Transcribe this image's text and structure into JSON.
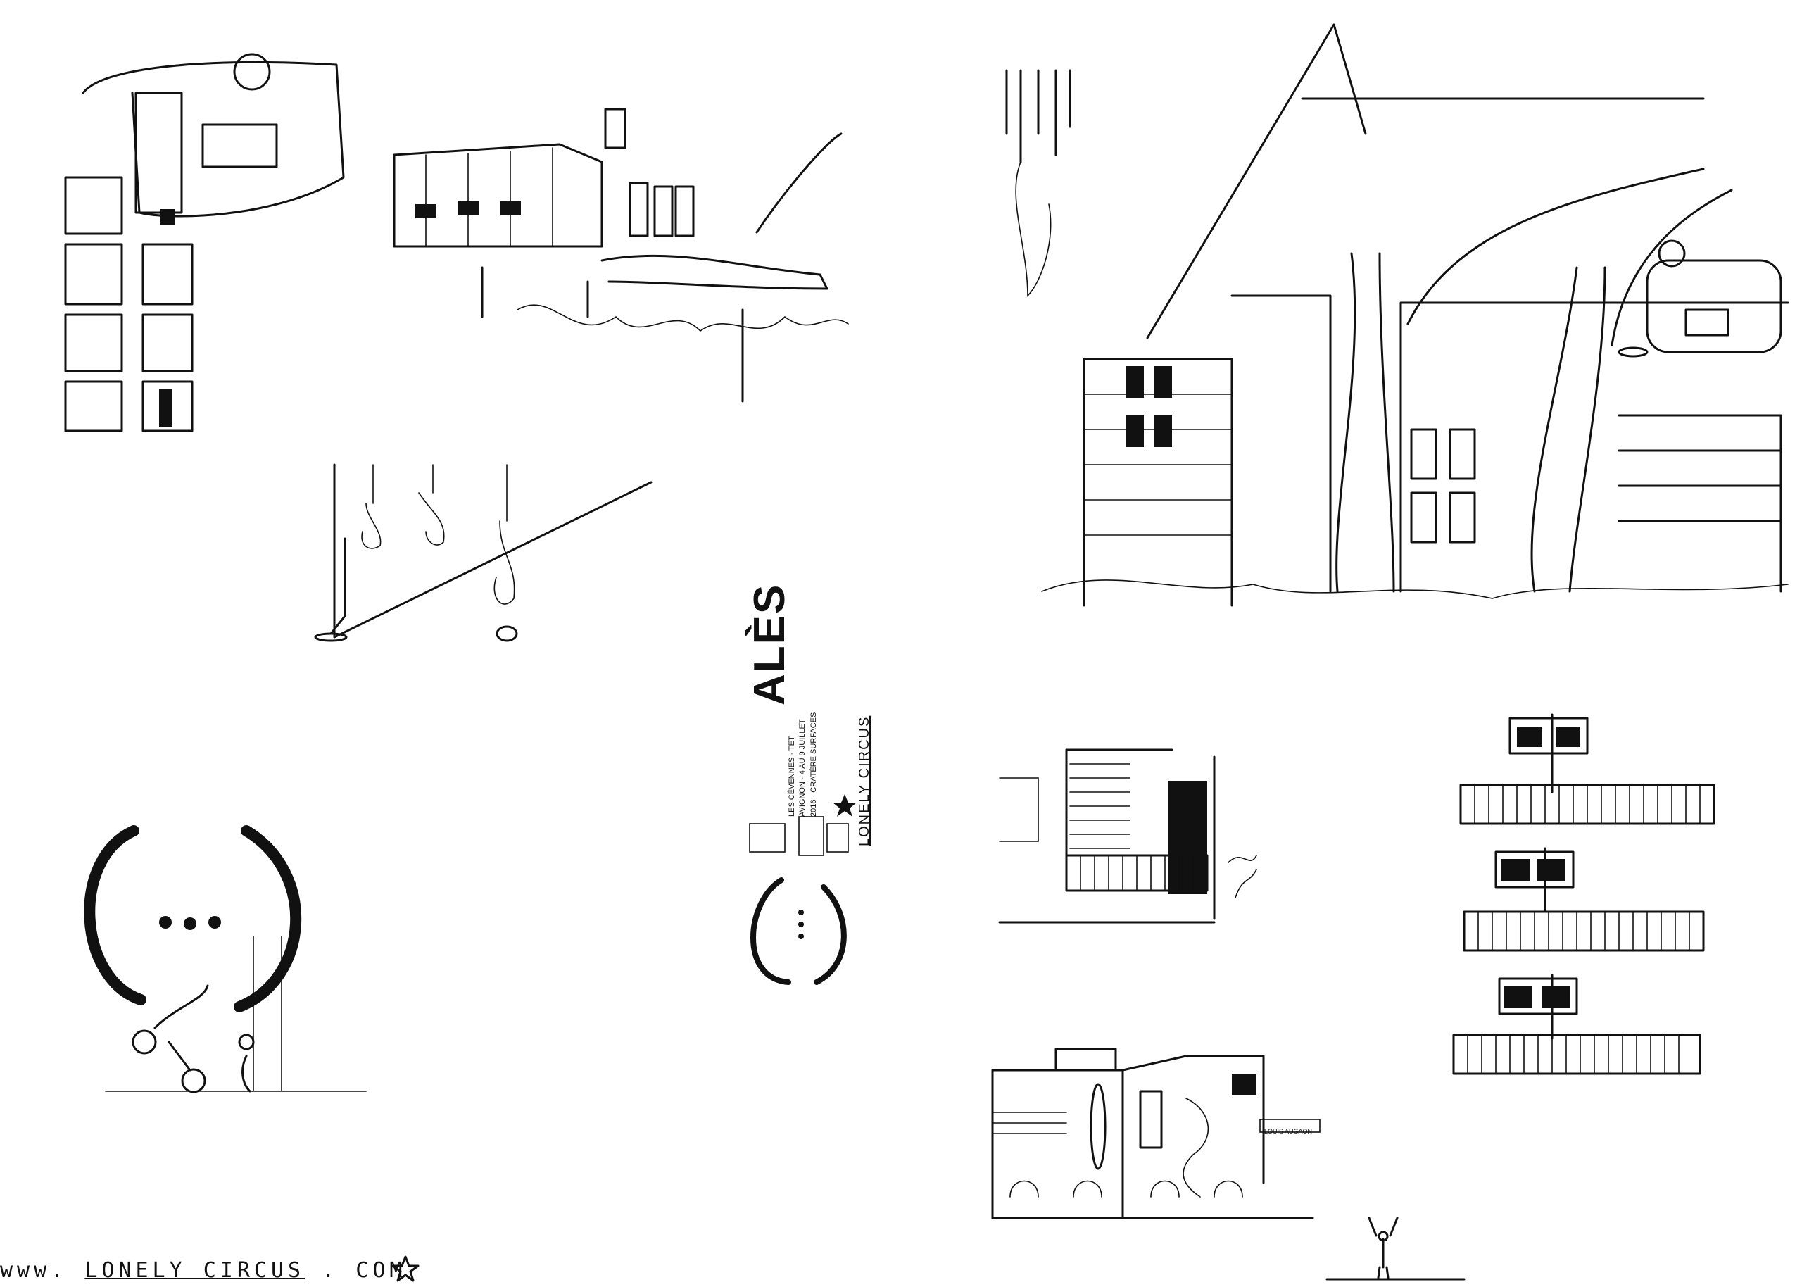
{
  "footer": {
    "prefix": "www.",
    "brand": "LONELY CIRCUS",
    "suffix": ". COM"
  },
  "poster": {
    "title": "ALÈS",
    "subtitle": "LES CÉVENNES · TET AVIGNON · 4 AU 9 JUILLET 2016 · CRATÈRE SURFACES",
    "brand": "LONELY CIRCUS"
  },
  "sign": {
    "text": "LOUIS AUGAON"
  },
  "icons": {
    "star": "star-icon",
    "circle_dots": "circle-ellipsis-icon"
  },
  "colors": {
    "ink": "#111111",
    "paper": "#ffffff"
  }
}
